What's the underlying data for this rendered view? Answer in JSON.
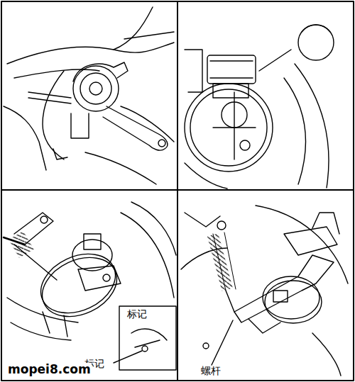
{
  "diagram": {
    "labels": [
      "标记",
      "标记",
      "螺杆",
      "mopei8.com"
    ]
  }
}
